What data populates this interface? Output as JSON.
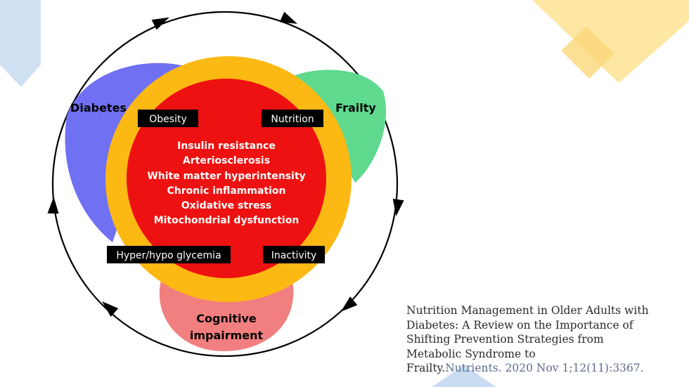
{
  "colors": {
    "diabetes": "#6f6ff5",
    "frailty": "#5fd98e",
    "cognitive": "#f27f7f",
    "ring": "#fdb913",
    "core": "#ee1111",
    "box": "#000000",
    "outer_circle": "#000000",
    "deco_blue": "#c9dcf2",
    "deco_yellow": "#fde7a3"
  },
  "diagram": {
    "lobes": {
      "diabetes": "Diabetes",
      "frailty": "Frailty",
      "cognitive_line1": "Cognitive",
      "cognitive_line2": "impairment"
    },
    "boxes": {
      "obesity": "Obesity",
      "nutrition": "Nutrition",
      "glycemia": "Hyper/hypo glycemia",
      "inactivity": "Inactivity"
    },
    "mechanisms": [
      "Insulin resistance",
      "Arteriosclerosis",
      "White matter hyperintensity",
      "Chronic inflammation",
      "Oxidative stress",
      "Mitochondrial dysfunction"
    ]
  },
  "citation": {
    "title_lines": [
      "Nutrition Management in Older Adults with",
      "Diabetes: A Review on the Importance of",
      "Shifting Prevention Strategies from",
      "Metabolic Syndrome to"
    ],
    "last_line_title": "Frailty.",
    "journal": "Nutrients. 2020 Nov 1;12(11):3367."
  }
}
